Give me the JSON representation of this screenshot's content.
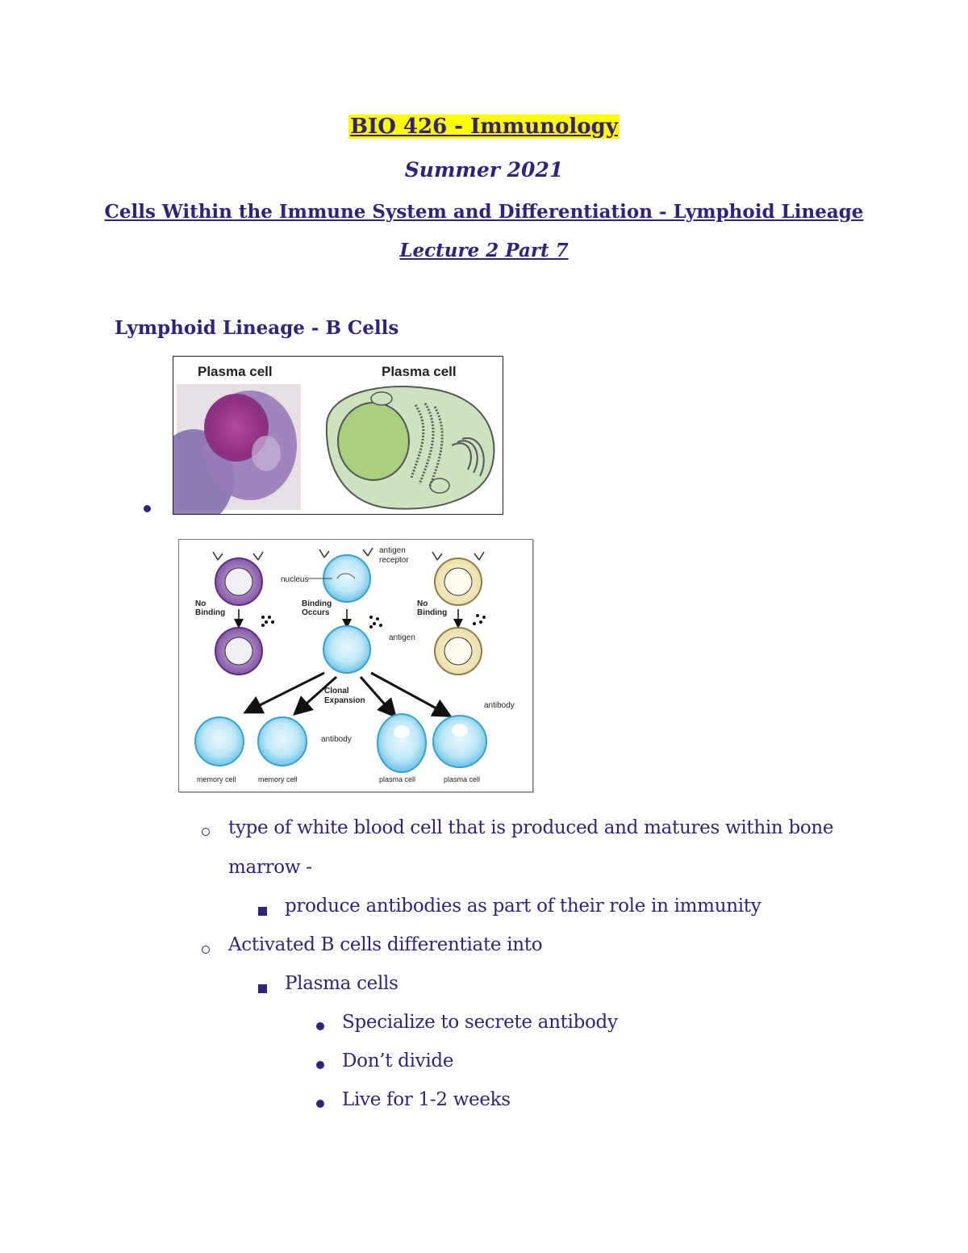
{
  "header": {
    "course": "BIO 426 - Immunology",
    "term": "Summer 2021",
    "topic": "Cells Within the Immune System and Differentiation - Lymphoid Lineage",
    "lecture": "Lecture 2 Part 7"
  },
  "section": {
    "heading": "Lymphoid Lineage - B Cells"
  },
  "figure1": {
    "label_left": "Plasma cell",
    "label_right": "Plasma cell"
  },
  "figure2": {
    "no_binding_left_1": "No",
    "no_binding_left_2": "Binding",
    "binding_occurs_1": "Binding",
    "binding_occurs_2": "Occurs",
    "no_binding_right_1": "No",
    "no_binding_right_2": "Binding",
    "antigen_receptor_1": "antigen",
    "antigen_receptor_2": "receptor",
    "nucleus": "nucleus",
    "antigen": "antigen",
    "clonal_1": "Clonal",
    "clonal_2": "Expansion",
    "antibody_top": "antibody",
    "antibody_mid": "antibody",
    "memory_cell_1": "memory cell",
    "memory_cell_2": "memory cell",
    "plasma_cell_1": "plasma cell",
    "plasma_cell_2": "plasma cell"
  },
  "notes": {
    "l1_line1": "type of white blood cell that is produced and matures within bone",
    "l1_line2": "marrow -",
    "l2_antibodies": "produce antibodies as part of their role in immunity",
    "l1_activated": "Activated B cells differentiate into",
    "l2_plasma": "Plasma cells",
    "l3_secrete": "Specialize to secrete antibody",
    "l3_divide": "Don’t divide",
    "l3_live": "Live for 1-2 weeks"
  },
  "colors": {
    "text": "#33227a",
    "highlight": "#ffff00",
    "purple_cell": "#8a5ba8",
    "blue_cell": "#8fd3ee",
    "cream_cell": "#f3ecc4",
    "plasma_green": "#cde3bf",
    "nucleus_green": "#a7cf7f"
  }
}
